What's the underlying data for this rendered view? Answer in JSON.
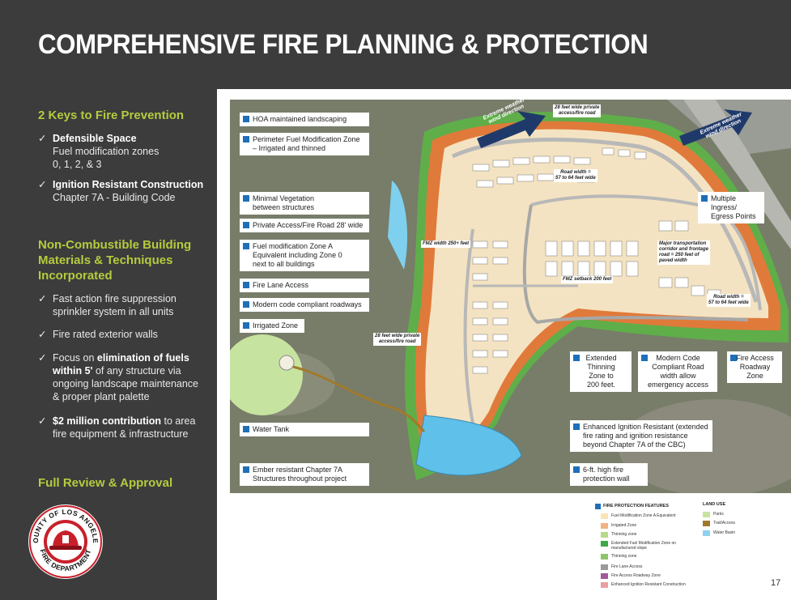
{
  "title": "COMPREHENSIVE FIRE PLANNING & PROTECTION",
  "left": {
    "section1_title": "2 Keys to Fire Prevention",
    "check": "✓",
    "defensible_title": "Defensible Space",
    "defensible_text_1": "Fuel modification zones",
    "defensible_text_2": "0, 1, 2, & 3",
    "ignition_title": "Ignition Resistant Construction",
    "ignition_text": "Chapter 7A - Building Code",
    "section2_title_1": "Non-Combustible Building",
    "section2_title_2": "Materials & Techniques",
    "section2_title_3": "Incorporated",
    "b1_1": "Fast action fire suppression",
    "b1_2": "sprinkler system in all units",
    "b2": "Fire rated exterior walls",
    "b3_pre": "Focus on ",
    "b3_bold_1": "elimination of fuels",
    "b3_bold_2": "within 5'",
    "b3_rest_1": " of any structure via",
    "b3_rest_2": "ongoing landscape maintenance",
    "b3_rest_3": "& proper plant palette",
    "b4_bold": "$2 million contribution",
    "b4_rest_1": " to area",
    "b4_rest_2": "fire equipment & infrastructure",
    "section3_title": "Full Review & Approval",
    "seal_top": "COUNTY OF LOS ANGELES",
    "seal_bottom": "FIRE DEPARTMENT"
  },
  "callouts": {
    "hoa": "HOA maintained landscaping",
    "perimeter_1": "Perimeter Fuel Modification Zone",
    "perimeter_2": "– Irrigated and thinned",
    "minimal_1": "Minimal Vegetation",
    "minimal_2": "between structures",
    "private": "Private Access/Fire Road 28' wide",
    "fmz_a_1": "Fuel modification Zone A",
    "fmz_a_2": "Equivalent including Zone 0",
    "fmz_a_3": "next to all buildings",
    "fire_lane": "Fire Lane Access",
    "modern_code": "Modern code compliant roadways",
    "irrigated": "Irrigated Zone",
    "water_tank": "Water Tank",
    "ember_1": "Ember resistant Chapter 7A",
    "ember_2": "Structures throughout project",
    "multiple_1": "Multiple Ingress/",
    "multiple_2": "Egress Points",
    "extended_1": "Extended",
    "extended_2": "Thinning",
    "extended_3": "Zone to",
    "extended_4": "200 feet.",
    "modern_road_1": "Modern Code",
    "modern_road_2": "Compliant Road",
    "modern_road_3": "width allow",
    "modern_road_4": "emergency access",
    "fire_access_1": "Fire Access",
    "fire_access_2": "Roadway",
    "fire_access_3": "Zone",
    "enhanced_1": "Enhanced Ignition Resistant (extended",
    "enhanced_2": "fire rating and ignition resistance",
    "enhanced_3": "beyond Chapter 7A of the CBC)",
    "wall_1": "6-ft. high fire",
    "wall_2": "protection wall"
  },
  "map_labels": {
    "wind_1a": "Extreme weather",
    "wind_1b": "wind direction",
    "wind_2a": "Extreme weather",
    "wind_2b": "wind direction",
    "access_top_1": "28 feet wide private",
    "access_top_2": "access/fire road",
    "road_width_1": "Road width =",
    "road_width_2": "57 to 64 feet wide",
    "fmz_width": "FMZ width 250+ feet",
    "major_1": "Major transportation",
    "major_2": "corridor and frontage",
    "major_3": "road = 250 feet of",
    "major_4": "paved width",
    "fmz_setback": "FMZ setback 200 feet",
    "road_width_b_1": "Road width =",
    "road_width_b_2": "57 to 64 feet wide",
    "access_bot_1": "28 feet wide private",
    "access_bot_2": "access/fire road"
  },
  "legend": {
    "fire_title": "FIRE PROTECTION FEATURES",
    "land_title": "LAND USE",
    "items": [
      {
        "label": "Fuel Modification Zone A Equivalent",
        "color": "#fbe3b8"
      },
      {
        "label": "Irrigated Zone",
        "color": "#f4b183"
      },
      {
        "label": "Thinning zone",
        "color": "#b9d98a"
      },
      {
        "label": "Extended Fuel Modification Zone on manufactured slope",
        "color": "#3fa84a"
      },
      {
        "label": "Thinning zone",
        "color": "#8fc46a"
      },
      {
        "label": "Fire Lane Access",
        "color": "#9a9a9a"
      },
      {
        "label": "Fire Access Roadway Zone",
        "color": "#a0599a"
      },
      {
        "label": "Enhanced Ignition Resistant Construction",
        "color": "#e8a0a0"
      }
    ],
    "land_items": [
      {
        "label": "Parks",
        "color": "#c7e3a0"
      },
      {
        "label": "Trail/Access",
        "color": "#a07a2c"
      },
      {
        "label": "Water Basin",
        "color": "#8fd0f0"
      }
    ]
  },
  "page_number": "17",
  "colors": {
    "background": "#3c3c3d",
    "accent_green": "#b6cb3d",
    "callout_blue": "#1e6fb8"
  }
}
